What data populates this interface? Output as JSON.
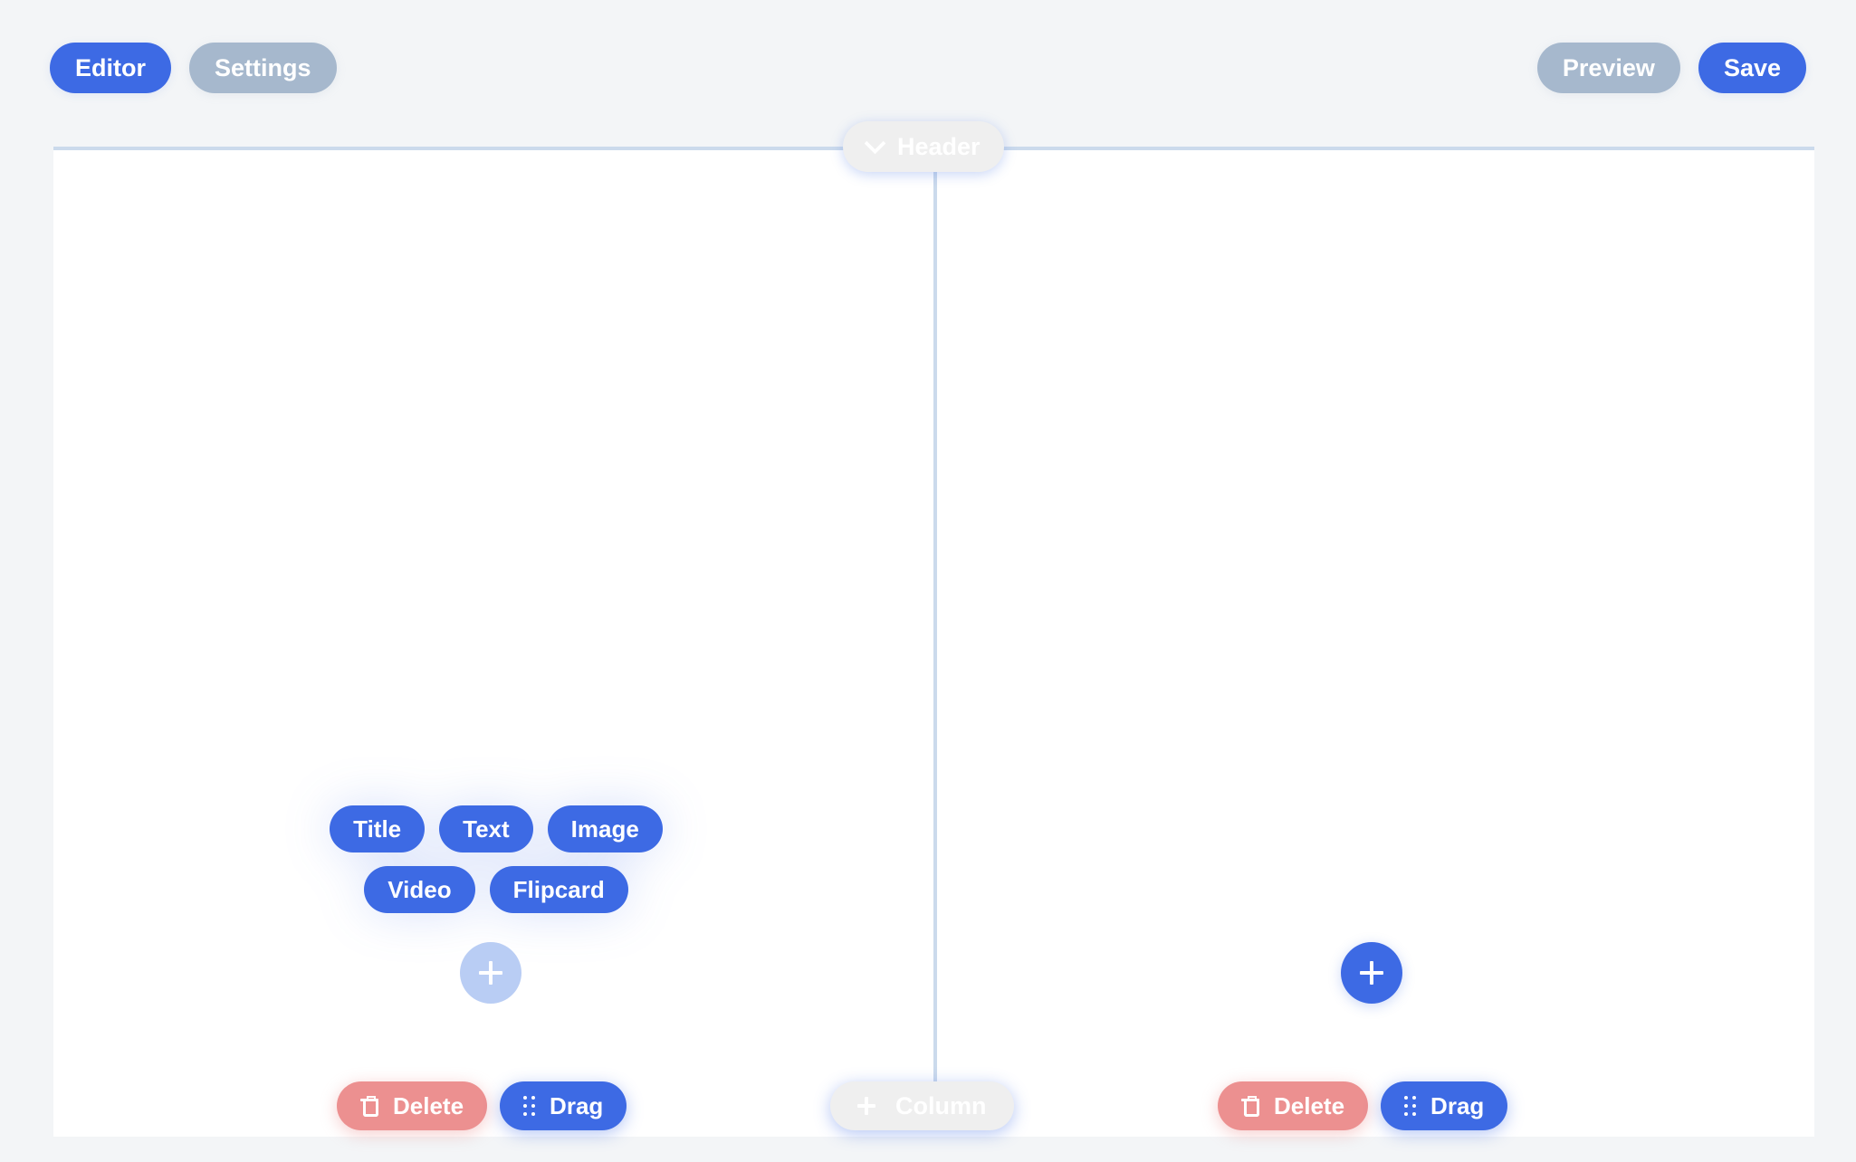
{
  "toolbar": {
    "left": [
      {
        "label": "Editor",
        "state": "active",
        "name": "tab-editor"
      },
      {
        "label": "Settings",
        "state": "inactive",
        "name": "tab-settings"
      }
    ],
    "right": [
      {
        "label": "Preview",
        "state": "inactive",
        "name": "preview-button"
      },
      {
        "label": "Save",
        "state": "active",
        "name": "save-button"
      }
    ]
  },
  "section": {
    "label": "Header",
    "collapse_icon": "chevron-down-icon"
  },
  "widget_picker": {
    "open": true,
    "rows": [
      [
        {
          "label": "Title"
        },
        {
          "label": "Text"
        },
        {
          "label": "Image"
        }
      ],
      [
        {
          "label": "Video"
        },
        {
          "label": "Flipcard"
        }
      ]
    ]
  },
  "columns": [
    {
      "index": 0,
      "add_block": {
        "icon": "plus-icon",
        "state": "active"
      },
      "actions": [
        {
          "label": "Delete",
          "icon": "trash-icon",
          "style": "danger"
        },
        {
          "label": "Drag",
          "icon": "grip-dots-icon",
          "style": "primary"
        }
      ]
    },
    {
      "index": 1,
      "add_block": {
        "icon": "plus-icon",
        "state": "default"
      },
      "actions": [
        {
          "label": "Delete",
          "icon": "trash-icon",
          "style": "danger"
        },
        {
          "label": "Drag",
          "icon": "grip-dots-icon",
          "style": "primary"
        }
      ]
    }
  ],
  "add_column": {
    "label": "Column",
    "icon": "plus-icon"
  },
  "colors": {
    "primary": "#3d6ae4",
    "muted": "#a6b8cd",
    "danger": "#ec9090",
    "accent_light": "#b9cdf4",
    "divider": "#cbdaec",
    "page_background": "#f3f5f7",
    "canvas_background": "#ffffff"
  }
}
